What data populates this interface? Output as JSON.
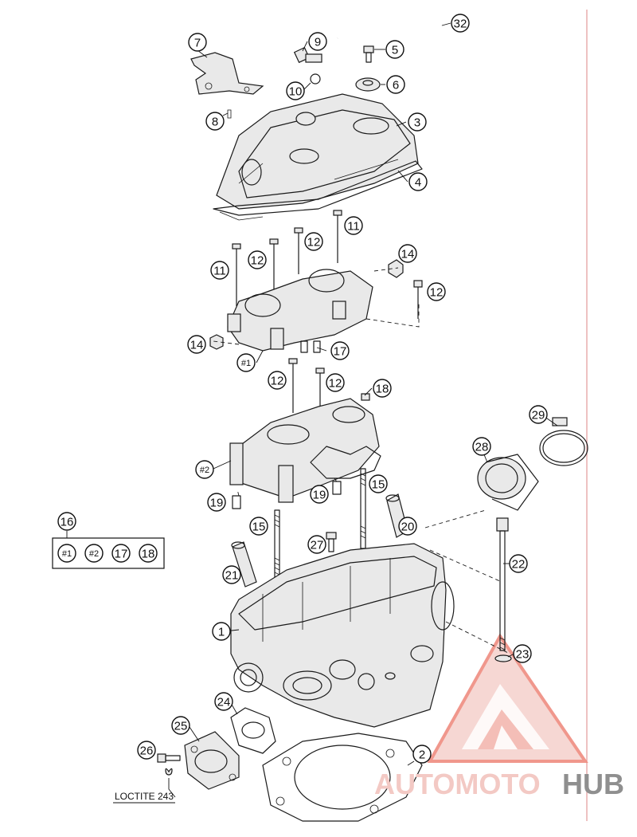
{
  "callouts": [
    {
      "id": "c32",
      "label": "32"
    },
    {
      "id": "c9",
      "label": "9"
    },
    {
      "id": "c7",
      "label": "7"
    },
    {
      "id": "c5",
      "label": "5"
    },
    {
      "id": "c6",
      "label": "6"
    },
    {
      "id": "c10",
      "label": "10"
    },
    {
      "id": "c8",
      "label": "8"
    },
    {
      "id": "c3",
      "label": "3"
    },
    {
      "id": "c4",
      "label": "4"
    },
    {
      "id": "c11a",
      "label": "11"
    },
    {
      "id": "c12a",
      "label": "12"
    },
    {
      "id": "c11b",
      "label": "11"
    },
    {
      "id": "c12b",
      "label": "12"
    },
    {
      "id": "c14a",
      "label": "14"
    },
    {
      "id": "c12c",
      "label": "12"
    },
    {
      "id": "c14b",
      "label": "14"
    },
    {
      "id": "c17",
      "label": "17"
    },
    {
      "id": "c1h",
      "label": "#1"
    },
    {
      "id": "c12d",
      "label": "12"
    },
    {
      "id": "c12e",
      "label": "12"
    },
    {
      "id": "c18",
      "label": "18"
    },
    {
      "id": "c29",
      "label": "29"
    },
    {
      "id": "c28",
      "label": "28"
    },
    {
      "id": "c2h",
      "label": "#2"
    },
    {
      "id": "c15a",
      "label": "15"
    },
    {
      "id": "c19a",
      "label": "19"
    },
    {
      "id": "c19b",
      "label": "19"
    },
    {
      "id": "c16",
      "label": "16"
    },
    {
      "id": "c15b",
      "label": "15"
    },
    {
      "id": "c20",
      "label": "20"
    },
    {
      "id": "c27",
      "label": "27"
    },
    {
      "id": "c22",
      "label": "22"
    },
    {
      "id": "c21",
      "label": "21"
    },
    {
      "id": "c1",
      "label": "1"
    },
    {
      "id": "c23",
      "label": "23"
    },
    {
      "id": "c24",
      "label": "24"
    },
    {
      "id": "c25",
      "label": "25"
    },
    {
      "id": "c26",
      "label": "26"
    },
    {
      "id": "c2",
      "label": "2"
    }
  ],
  "kit_group": {
    "label": "16",
    "items": [
      "#1",
      "#2",
      "17",
      "18"
    ]
  },
  "loctite_label": "LOCTITE 243",
  "watermark": {
    "brand_part1": "AUTOMOTO",
    "brand_part2": "HUB",
    "color_light": "#f3c9c4",
    "color_mid": "#ec9a91",
    "color_dark": "#8f8f8f"
  },
  "border_line_color": "#e39a9a"
}
